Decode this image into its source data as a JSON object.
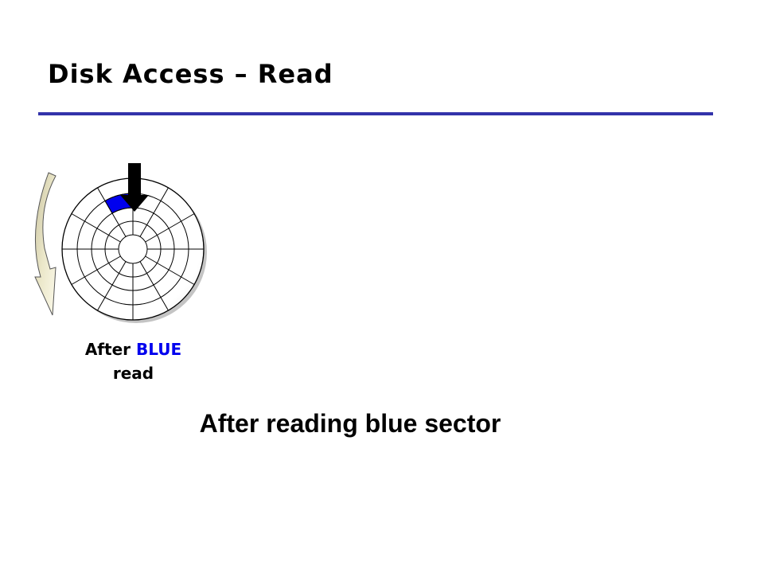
{
  "slide": {
    "title": "Disk Access – Read",
    "accent_color": "#3333aa"
  },
  "diagram": {
    "caption_prefix": "After",
    "caption_highlight": "BLUE",
    "caption_suffix": "read",
    "highlight_color": "#0000ee",
    "platter_tracks": 5,
    "platter_sectors": 12,
    "sector_fill_color": "#0000ee",
    "rotation_arrow_color": "#ddd8b0",
    "head_arrow_icon": "down-arrow-icon",
    "rotation_icon": "curved-arrow-icon"
  },
  "main_caption": "After reading blue sector"
}
